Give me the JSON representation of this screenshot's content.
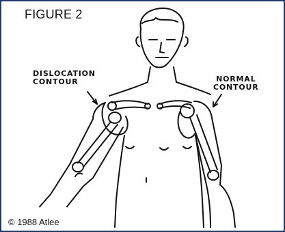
{
  "figure": {
    "title": "FIGURE 2",
    "copyright": "© 1988 Atlee",
    "labels": {
      "dislocation": [
        "DISLOCATION",
        "CONTOUR"
      ],
      "normal": [
        "NORMAL",
        "CONTOUR"
      ]
    }
  },
  "colors": {
    "frame_border": "#1f3a6e",
    "ink": "#111111",
    "background": "#ffffff"
  }
}
